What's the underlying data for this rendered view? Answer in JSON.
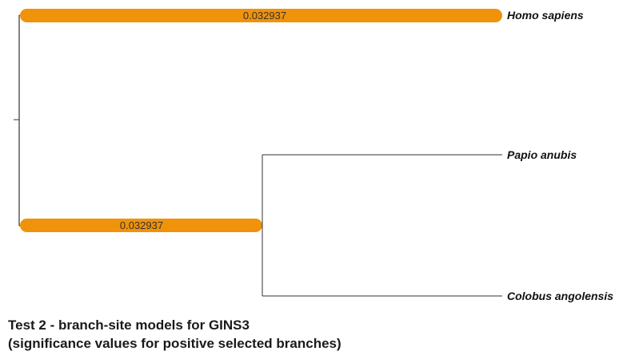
{
  "tree": {
    "taxa": [
      "Homo sapiens",
      "Papio anubis",
      "Colobus angolensis"
    ],
    "highlighted_branches": [
      {
        "leads_to": "Homo sapiens",
        "value": "0.032937"
      },
      {
        "leads_to": "Papio anubis + Colobus angolensis",
        "value": "0.032937"
      }
    ],
    "highlight_color": "#F0920A",
    "line_color": "#333333"
  },
  "caption": {
    "line1": "Test 2 - branch-site models for GINS3",
    "line2": "(significance values for positive selected branches)"
  }
}
